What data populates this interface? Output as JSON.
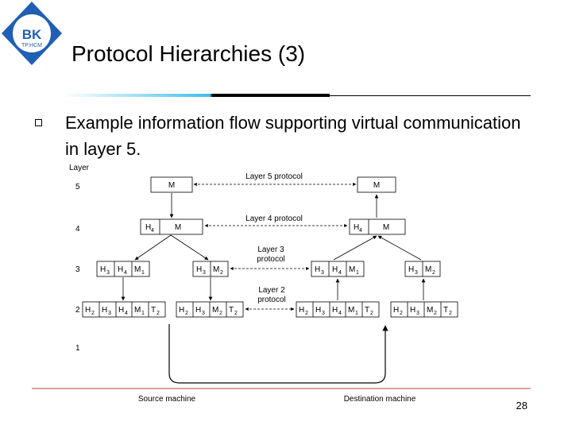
{
  "logo": {
    "text_big": "BK",
    "text_small": "TP.HCM",
    "color": "#1f5fb4"
  },
  "slide": {
    "title": "Protocol Hierarchies (3)",
    "bullet_text": "Example information flow supporting virtual communication in layer 5.",
    "page_number": "28"
  },
  "diagram": {
    "layer_header": "Layer",
    "layer_numbers": [
      "5",
      "4",
      "3",
      "2",
      "1"
    ],
    "protocol_labels": {
      "layer5": "Layer 5 protocol",
      "layer4": "Layer 4 protocol",
      "layer3_line1": "Layer 3",
      "layer3_line2": "protocol",
      "layer2_line1": "Layer 2",
      "layer2_line2": "protocol"
    },
    "machines": {
      "source": "Source machine",
      "destination": "Destination machine"
    },
    "cells": {
      "M": "M",
      "H4": "H",
      "H4_sub": "4",
      "H3_sub": "3",
      "H2_sub": "2",
      "M1_sub": "1",
      "M2_sub": "2",
      "T2_main": "T",
      "T2_sub": "2"
    }
  }
}
